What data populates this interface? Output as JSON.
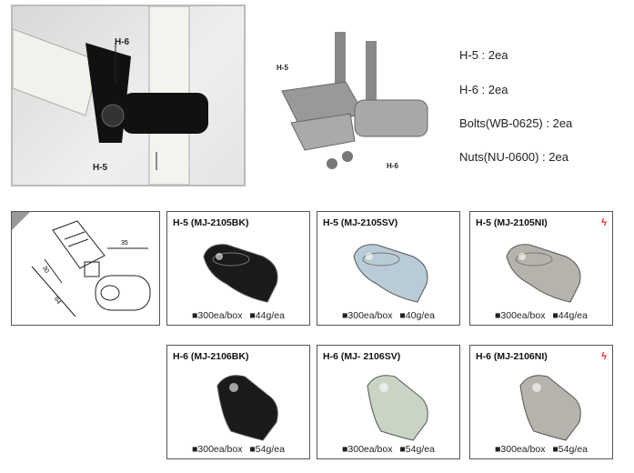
{
  "top": {
    "photo_callouts": {
      "upper": "H-6",
      "lower": "H-5"
    },
    "exploded_callouts": {
      "left": "H-5",
      "right": "H-6"
    },
    "specs": [
      "H-5 : 2ea",
      "H-6 : 2ea",
      "Bolts(WB-0625) : 2ea",
      "Nuts(NU-0600) : 2ea"
    ]
  },
  "diagram": {
    "dimensions": [
      "35",
      "30",
      "64"
    ]
  },
  "products": [
    {
      "title": "H-5 (MJ-2105BK)",
      "qty": "300ea/box",
      "weight": "44g/ea",
      "finish": "#1a1a1a",
      "flag": false
    },
    {
      "title": "H-5 (MJ-2105SV)",
      "qty": "300ea/box",
      "weight": "40g/ea",
      "finish": "#b9cbd6",
      "flag": false
    },
    {
      "title": "H-5 (MJ-2105NI)",
      "qty": "300ea/box",
      "weight": "44g/ea",
      "finish": "#b5b3ac",
      "flag": true
    },
    {
      "title": "H-6 (MJ-2106BK)",
      "qty": "300ea/box",
      "weight": "54g/ea",
      "finish": "#1a1a1a",
      "flag": false
    },
    {
      "title": "H-6 (MJ- 2106SV)",
      "qty": "300ea/box",
      "weight": "54g/ea",
      "finish": "#c9d4c4",
      "flag": false
    },
    {
      "title": "H-6 (MJ-2106NI)",
      "qty": "300ea/box",
      "weight": "54g/ea",
      "finish": "#b5b3ac",
      "flag": true
    }
  ],
  "flag_icon": "lightning-icon",
  "bullet_icon": "square-bullet"
}
